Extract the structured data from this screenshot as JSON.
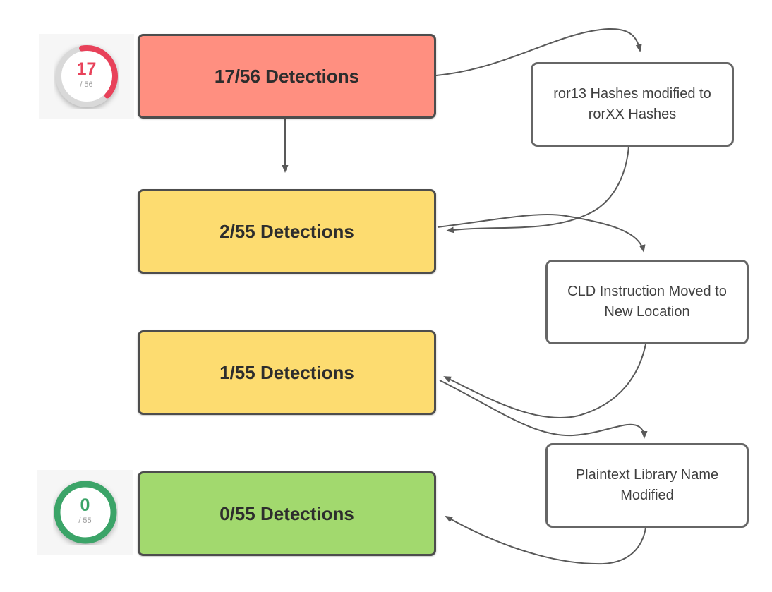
{
  "diagram": {
    "description": "Malware sample detection-rate flowchart: each modification step lowers antivirus detections",
    "detection_nodes": [
      {
        "id": "det-17-56",
        "label": "17/56 Detections",
        "fill": "#FF8F80",
        "severity": "high"
      },
      {
        "id": "det-2-55",
        "label": "2/55 Detections",
        "fill": "#FDDC70",
        "severity": "medium"
      },
      {
        "id": "det-1-55",
        "label": "1/55 Detections",
        "fill": "#FDDC70",
        "severity": "medium"
      },
      {
        "id": "det-0-55",
        "label": "0/55 Detections",
        "fill": "#A2D96E",
        "severity": "none"
      }
    ],
    "step_nodes": [
      {
        "id": "step-ror13",
        "label": "ror13 Hashes modified to rorXX Hashes"
      },
      {
        "id": "step-cld",
        "label": "CLD Instruction Moved to New Location"
      },
      {
        "id": "step-plaintext",
        "label": "Plaintext Library Name Modified"
      }
    ],
    "gauges": [
      {
        "value": "17",
        "total": "/ 56",
        "detections": 17,
        "engines": 56,
        "accent": "#E8425A",
        "track": "#D9D9D9"
      },
      {
        "value": "0",
        "total": "/ 55",
        "detections": 0,
        "engines": 55,
        "accent": "#3BA468",
        "track": "#3BA468"
      }
    ],
    "edges": [
      {
        "from": "det-17-56",
        "to": "step-ror13"
      },
      {
        "from": "det-17-56",
        "to": "det-2-55"
      },
      {
        "from": "step-ror13",
        "to": "det-2-55"
      },
      {
        "from": "det-2-55",
        "to": "step-cld"
      },
      {
        "from": "step-cld",
        "to": "det-1-55"
      },
      {
        "from": "det-1-55",
        "to": "step-plaintext"
      },
      {
        "from": "step-plaintext",
        "to": "det-0-55"
      }
    ],
    "colors": {
      "node_border": "#4D4D4D",
      "step_border": "#666666",
      "arrow": "#595959",
      "red_fill": "#FF8F80",
      "yellow_fill": "#FDDC70",
      "green_fill": "#A2D96E",
      "gauge_red": "#E8425A",
      "gauge_green": "#3BA468",
      "card_bg": "#F6F6F6"
    }
  }
}
